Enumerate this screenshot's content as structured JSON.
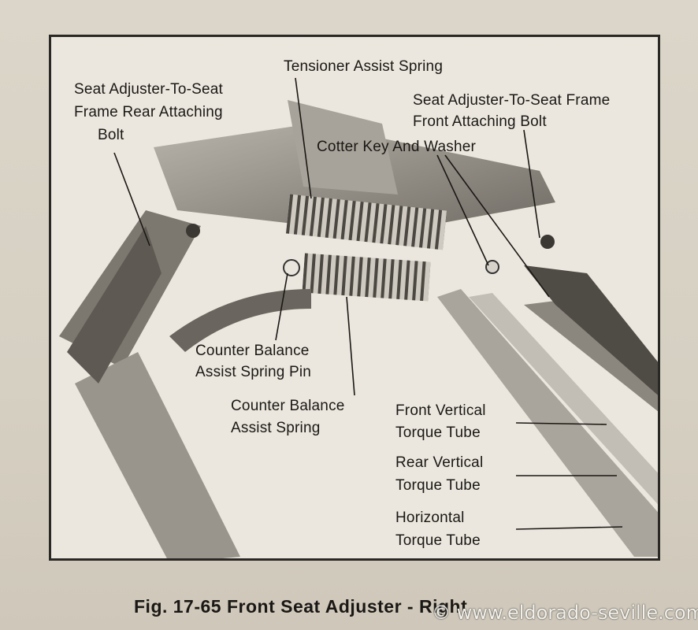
{
  "labels": {
    "tensioner_assist_spring": "Tensioner Assist Spring",
    "rear_bolt": [
      "Seat Adjuster-To-Seat",
      "Frame Rear Attaching",
      "Bolt"
    ],
    "front_bolt": [
      "Seat Adjuster-To-Seat Frame",
      "Front Attaching Bolt"
    ],
    "cotter_key": "Cotter Key And Washer",
    "counter_balance_pin": [
      "Counter Balance",
      "Assist Spring Pin"
    ],
    "counter_balance_spring": [
      "Counter Balance",
      "Assist Spring"
    ],
    "front_vertical_tube": [
      "Front Vertical",
      "Torque Tube"
    ],
    "rear_vertical_tube": [
      "Rear Vertical",
      "Torque Tube"
    ],
    "horizontal_tube": [
      "Horizontal",
      "Torque Tube"
    ]
  },
  "caption": "Fig. 17-65   Front Seat Adjuster - Right",
  "watermark": "© www.eldorado-seville.com",
  "colors": {
    "paper": "#d8d2c6",
    "ink": "#1a1815",
    "metal": "#8f8a82"
  }
}
